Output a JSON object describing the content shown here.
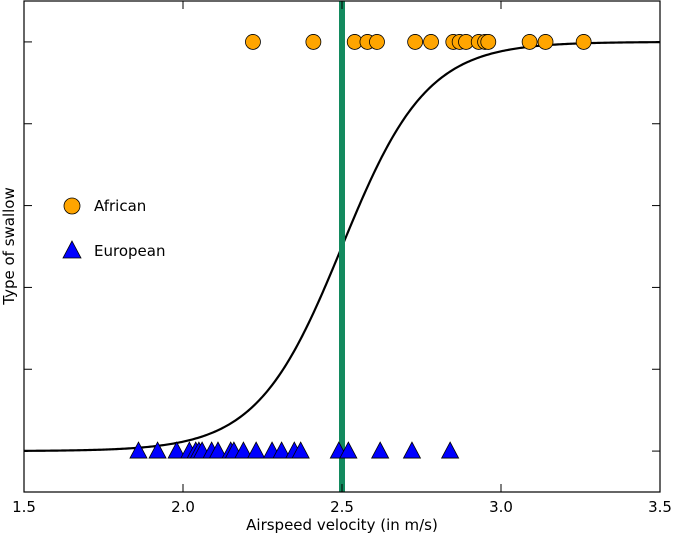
{
  "chart_data": {
    "type": "scatter",
    "title": "",
    "xlabel": "Airspeed velocity (in m/s)",
    "ylabel": "Type of swallow",
    "xlim": [
      1.5,
      3.5
    ],
    "ylim": [
      -0.1,
      1.1
    ],
    "xticks": [
      "1.5",
      "2.0",
      "2.5",
      "3.0",
      "3.5"
    ],
    "xtick_values": [
      1.5,
      2.0,
      2.5,
      3.0,
      3.5
    ],
    "ytick_values": [
      0,
      0.2,
      0.4,
      0.6,
      0.8,
      1.0
    ],
    "grid": false,
    "legend_position": "center-left",
    "series": [
      {
        "name": "African",
        "marker": "circle",
        "color": "#FFA500",
        "y": 1,
        "x": [
          2.22,
          2.41,
          2.54,
          2.58,
          2.61,
          2.73,
          2.78,
          2.85,
          2.87,
          2.89,
          2.93,
          2.95,
          2.96,
          3.09,
          3.14,
          3.26
        ]
      },
      {
        "name": "European",
        "marker": "triangle",
        "color": "#0000FF",
        "y": 0,
        "x": [
          1.86,
          1.92,
          1.98,
          2.02,
          2.04,
          2.05,
          2.06,
          2.09,
          2.11,
          2.15,
          2.16,
          2.19,
          2.23,
          2.28,
          2.31,
          2.35,
          2.37,
          2.49,
          2.52,
          2.62,
          2.72,
          2.84
        ]
      }
    ],
    "curve": {
      "type": "logistic",
      "center": 2.5,
      "steepness": 7.5,
      "color": "#000000"
    },
    "threshold_line": {
      "x": 2.5,
      "color": "#138a5e"
    }
  }
}
